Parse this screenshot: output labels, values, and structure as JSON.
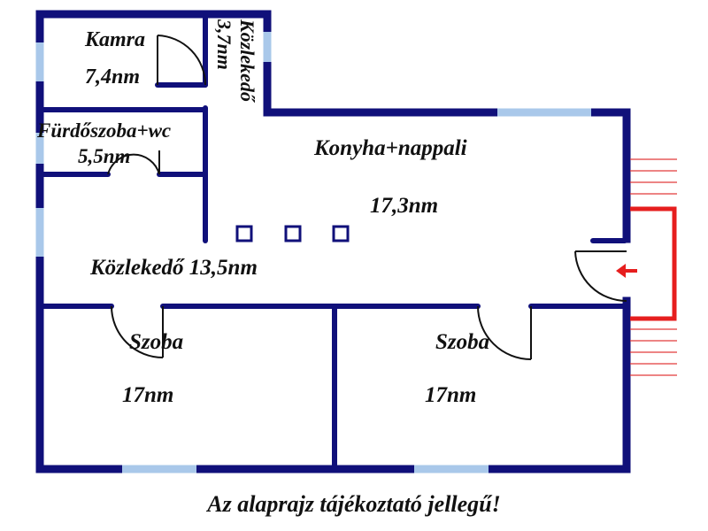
{
  "rooms": {
    "kamra": {
      "name": "Kamra",
      "area": "7,4nm"
    },
    "kozlekedo_small": {
      "name": "Közlekedő",
      "area": "3,7nm"
    },
    "furdoszoba": {
      "name": "Fürdőszoba+wc",
      "area": "5,5nm"
    },
    "konyha": {
      "name": "Konyha+nappali",
      "area": "17,3nm"
    },
    "kozlekedo_main": {
      "label": "Közlekedő 13,5nm"
    },
    "szoba_left": {
      "name": "Szoba",
      "area": "17nm"
    },
    "szoba_right": {
      "name": "Szoba",
      "area": "17nm"
    }
  },
  "footer": {
    "note": "Az alaprajz tájékoztató jellegű!"
  },
  "colors": {
    "wall": "#10107a",
    "window": "#a9c8ea",
    "entrance": "#e61e1e",
    "text": "#111111"
  }
}
